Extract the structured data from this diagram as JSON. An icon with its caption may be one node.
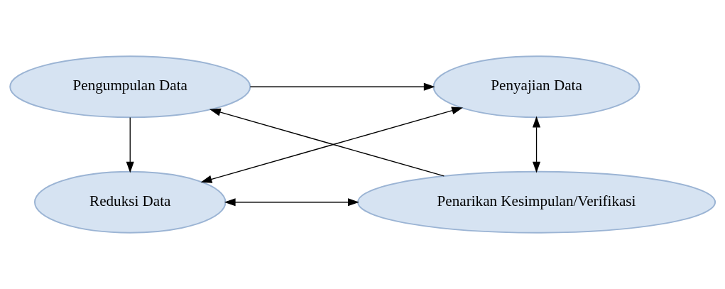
{
  "diagram": {
    "nodes": [
      {
        "text": [
          "Pengumpulan Data"
        ]
      },
      {
        "text": [
          "Penyajian Data"
        ]
      },
      {
        "text": [
          "Reduksi Data"
        ]
      },
      {
        "text": [
          "Penarikan Kesimpulan/Verifikasi"
        ]
      }
    ],
    "edges": [
      {
        "from": 0,
        "to": 1,
        "arrow": "to"
      },
      {
        "from": 0,
        "to": 2,
        "arrow": "to"
      },
      {
        "from": 2,
        "to": 1,
        "arrow": "both"
      },
      {
        "from": 1,
        "to": 3,
        "arrow": "both"
      },
      {
        "from": 2,
        "to": 3,
        "arrow": "both"
      },
      {
        "from": 3,
        "to": 0,
        "arrow": "to"
      }
    ]
  }
}
